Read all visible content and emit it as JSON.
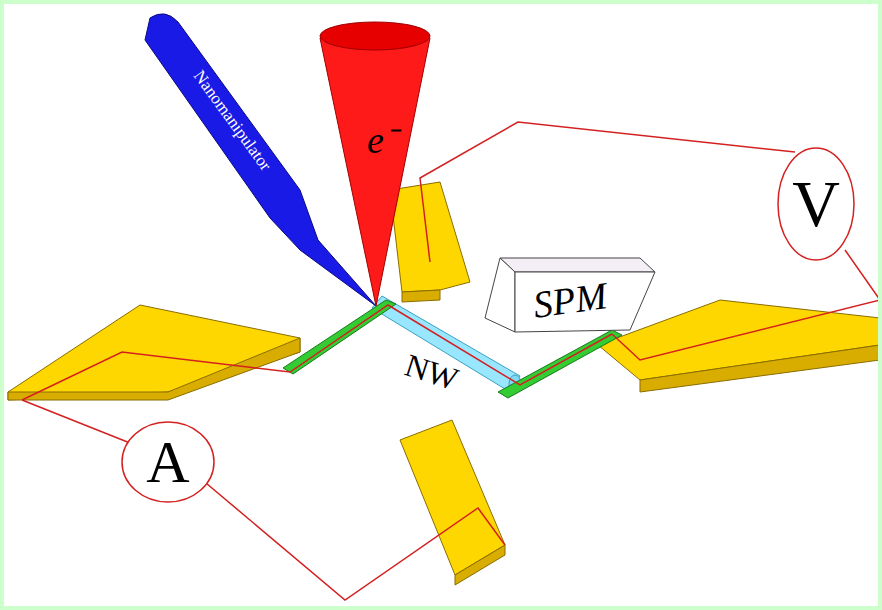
{
  "diagram": {
    "nodes": [
      {
        "text": [
          "Nanomanipulator"
        ]
      },
      {
        "text": [
          "e⁻"
        ]
      },
      {
        "text": [
          "V"
        ]
      },
      {
        "text": [
          "SPM"
        ]
      },
      {
        "text": [
          "A"
        ]
      }
    ],
    "labels": [
      "NW"
    ]
  }
}
